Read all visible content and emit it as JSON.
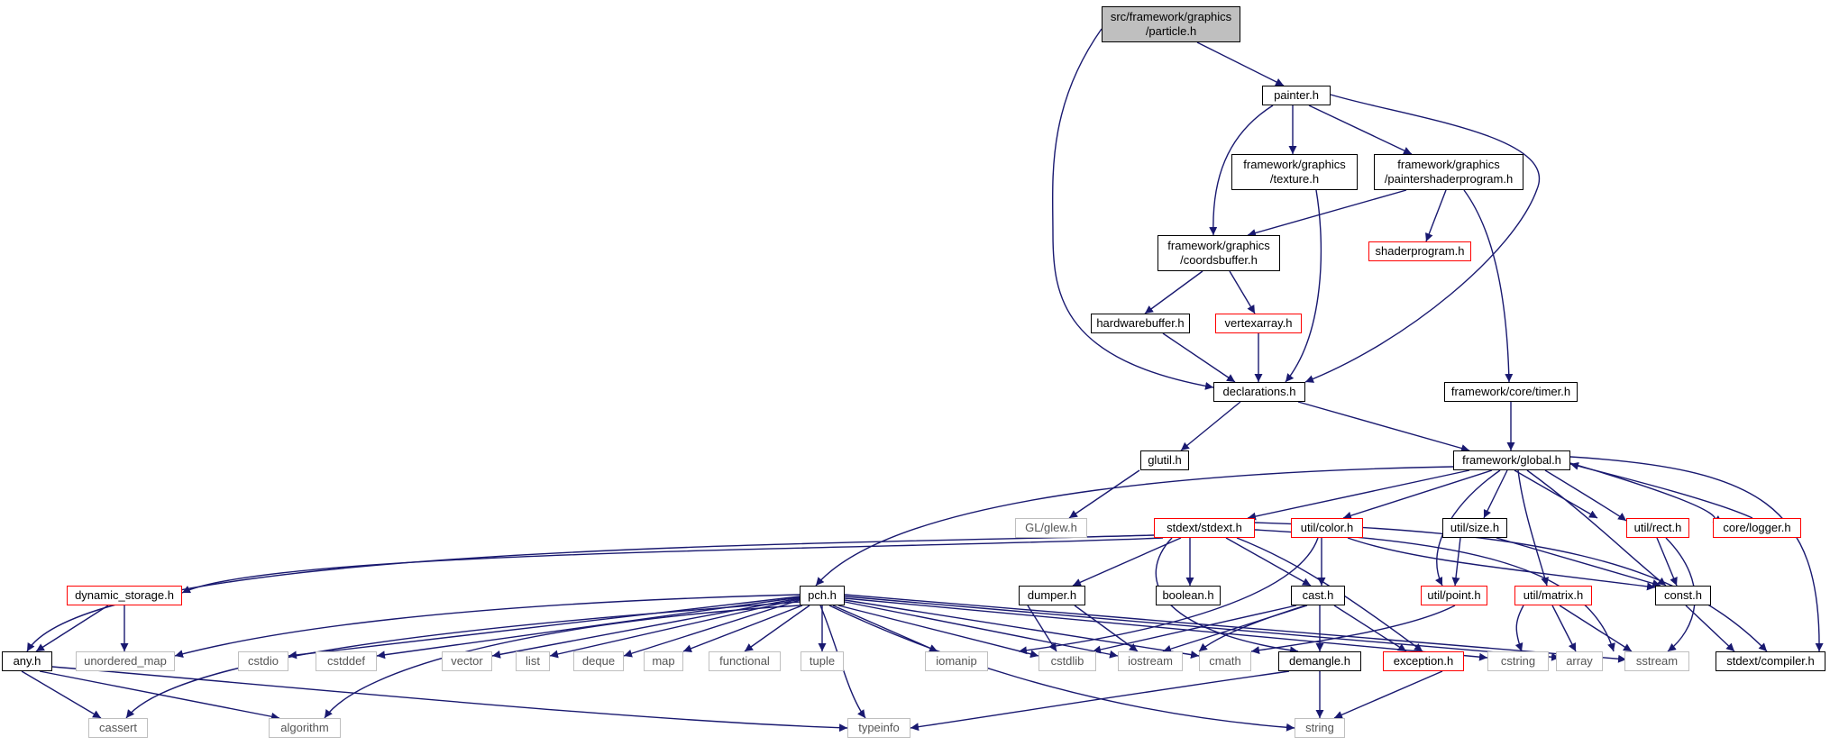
{
  "colors": {
    "edge": "#191970",
    "documented_border": "#000000",
    "truncated_border": "#ff0000",
    "external_border": "#bfbfbf",
    "root_fill": "#bfbfbf"
  },
  "nodes": {
    "particle_h": "src/framework/graphics\n/particle.h",
    "painter_h": "painter.h",
    "texture_h": "framework/graphics\n/texture.h",
    "paintershaderprogram_h": "framework/graphics\n/paintershaderprogram.h",
    "coordsbuffer_h": "framework/graphics\n/coordsbuffer.h",
    "shaderprogram_h": "shaderprogram.h",
    "hardwarebuffer_h": "hardwarebuffer.h",
    "vertexarray_h": "vertexarray.h",
    "declarations_h": "declarations.h",
    "timer_h": "framework/core/timer.h",
    "glutil_h": "glutil.h",
    "global_h": "framework/global.h",
    "glew_h": "GL/glew.h",
    "stdext_h": "stdext/stdext.h",
    "color_h": "util/color.h",
    "size_h": "util/size.h",
    "rect_h": "util/rect.h",
    "logger_h": "core/logger.h",
    "dynamic_storage_h": "dynamic_storage.h",
    "pch_h": "pch.h",
    "dumper_h": "dumper.h",
    "boolean_h": "boolean.h",
    "cast_h": "cast.h",
    "point_h": "util/point.h",
    "matrix_h": "util/matrix.h",
    "const_h": "const.h",
    "any_h": "any.h",
    "unordered_map": "unordered_map",
    "cstdio": "cstdio",
    "cstddef": "cstddef",
    "vector": "vector",
    "list": "list",
    "deque": "deque",
    "map": "map",
    "functional": "functional",
    "tuple": "tuple",
    "iomanip": "iomanip",
    "cstdlib": "cstdlib",
    "iostream": "iostream",
    "cmath": "cmath",
    "demangle_h": "demangle.h",
    "exception_h": "exception.h",
    "cstring": "cstring",
    "array": "array",
    "sstream": "sstream",
    "compiler_h": "stdext/compiler.h",
    "cassert": "cassert",
    "algorithm": "algorithm",
    "typeinfo": "typeinfo",
    "string": "string"
  }
}
